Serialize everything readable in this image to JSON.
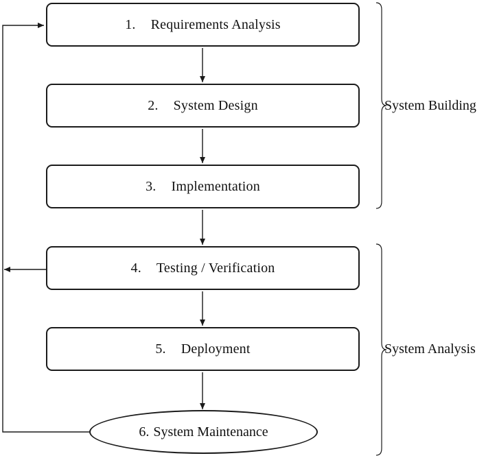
{
  "steps": [
    {
      "number": "1.",
      "label": "Requirements Analysis"
    },
    {
      "number": "2.",
      "label": "System Design"
    },
    {
      "number": "3.",
      "label": "Implementation"
    },
    {
      "number": "4.",
      "label": "Testing / Verification"
    },
    {
      "number": "5.",
      "label": "Deployment"
    }
  ],
  "maintenance": {
    "number": "6.",
    "label": "System Maintenance"
  },
  "groups": {
    "building": "System Building",
    "analysis": "System Analysis"
  },
  "colors": {
    "stroke": "#1a1a1a",
    "background": "#ffffff"
  }
}
